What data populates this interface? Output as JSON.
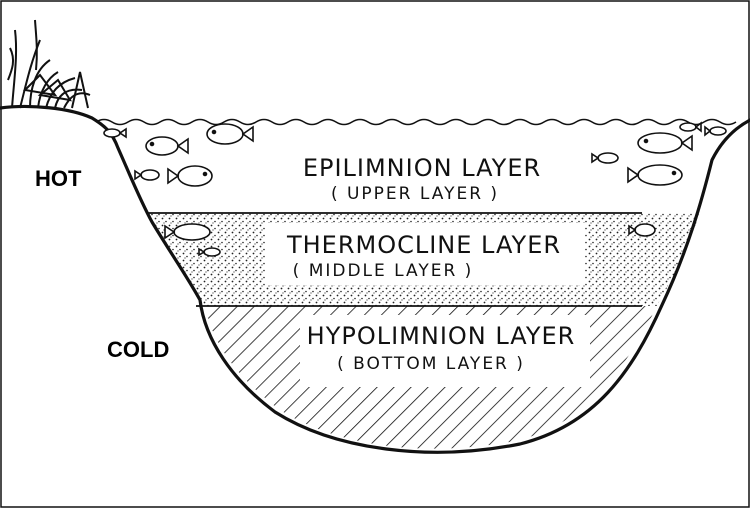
{
  "side_labels": {
    "hot": "HOT",
    "cold": "COLD"
  },
  "layers": {
    "upper": {
      "name": "EPILIMNION LAYER",
      "note": "( UPPER LAYER )"
    },
    "middle": {
      "name": "THERMOCLINE LAYER",
      "note": "( MIDDLE LAYER )"
    },
    "bottom": {
      "name": "HYPOLIMNION LAYER",
      "note": "( BOTTOM LAYER )"
    }
  },
  "colors": {
    "ink": "#111111",
    "paper": "#ffffff"
  }
}
